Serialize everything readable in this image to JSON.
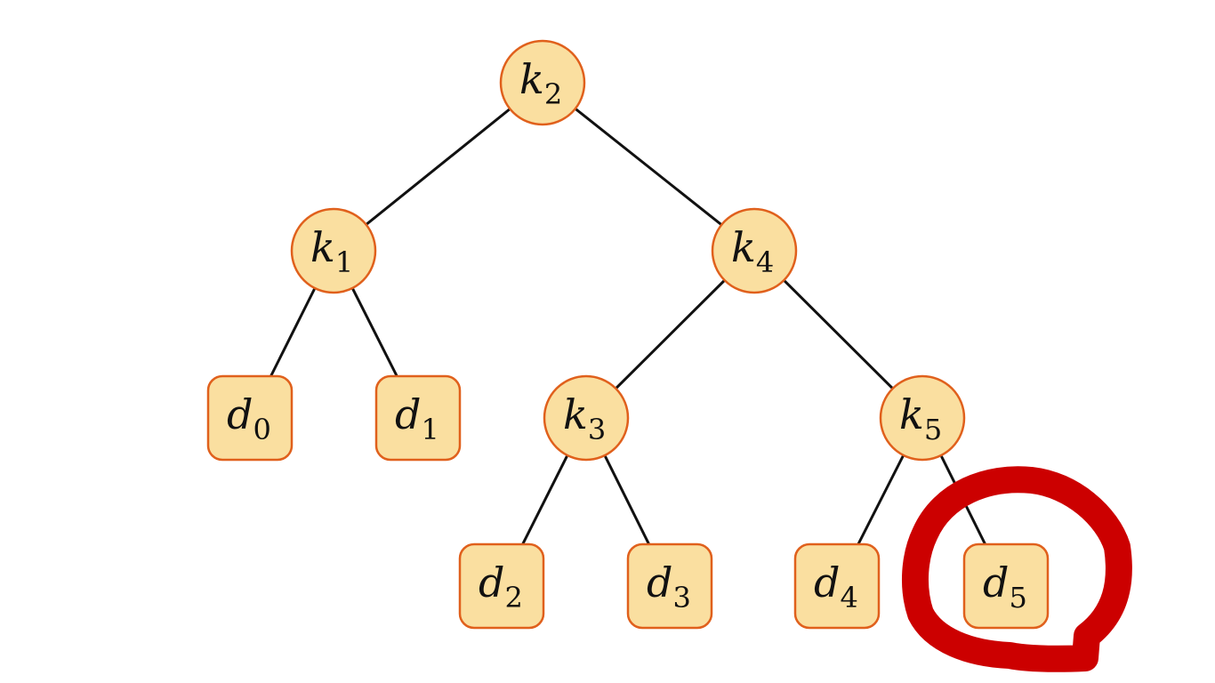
{
  "colors": {
    "node_fill": "#fadfa0",
    "node_stroke": "#e0601c",
    "edge": "#111111",
    "annotation": "#cc0000"
  },
  "nodes": [
    {
      "id": "k2",
      "kind": "key",
      "base": "k",
      "sub": "2"
    },
    {
      "id": "k1",
      "kind": "key",
      "base": "k",
      "sub": "1"
    },
    {
      "id": "k4",
      "kind": "key",
      "base": "k",
      "sub": "4"
    },
    {
      "id": "d0",
      "kind": "dummy",
      "base": "d",
      "sub": "0"
    },
    {
      "id": "d1",
      "kind": "dummy",
      "base": "d",
      "sub": "1"
    },
    {
      "id": "k3",
      "kind": "key",
      "base": "k",
      "sub": "3"
    },
    {
      "id": "k5",
      "kind": "key",
      "base": "k",
      "sub": "5"
    },
    {
      "id": "d2",
      "kind": "dummy",
      "base": "d",
      "sub": "2"
    },
    {
      "id": "d3",
      "kind": "dummy",
      "base": "d",
      "sub": "3"
    },
    {
      "id": "d4",
      "kind": "dummy",
      "base": "d",
      "sub": "4"
    },
    {
      "id": "d5",
      "kind": "dummy",
      "base": "d",
      "sub": "5"
    }
  ],
  "edges": [
    [
      "k2",
      "k1"
    ],
    [
      "k2",
      "k4"
    ],
    [
      "k1",
      "d0"
    ],
    [
      "k1",
      "d1"
    ],
    [
      "k4",
      "k3"
    ],
    [
      "k4",
      "k5"
    ],
    [
      "k3",
      "d2"
    ],
    [
      "k3",
      "d3"
    ],
    [
      "k5",
      "d4"
    ],
    [
      "k5",
      "d5"
    ]
  ],
  "highlighted": "d5"
}
